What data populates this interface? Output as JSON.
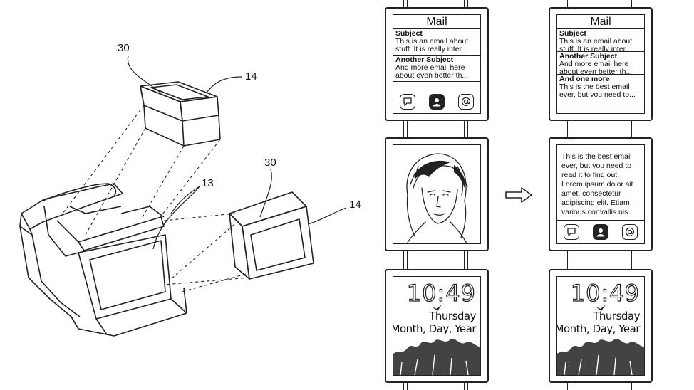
{
  "labels": {
    "top_screen_ref": "30",
    "top_module_ref": "14",
    "band_ref": "13",
    "side_screen_ref": "30",
    "side_module_ref": "14"
  },
  "mail_before": {
    "title": "Mail",
    "items": [
      {
        "subject": "Subject",
        "preview": "This is an email about stuff. It is really inter..."
      },
      {
        "subject": "Another Subject",
        "preview": "And more email here about even better th..."
      }
    ]
  },
  "mail_after": {
    "title": "Mail",
    "items": [
      {
        "subject": "Subject",
        "preview": "This is an email about stuff. It is really inter..."
      },
      {
        "subject": "Another Subject",
        "preview": "And more email here about even better th..."
      },
      {
        "subject": "And one more",
        "preview": "This is the best email ever, but you need to..."
      }
    ]
  },
  "email_body": "This is the best email ever, but you need to read it to find out. Lorem ipsum dolor sit amet, consectetur adipiscing elit. Etiam various convallis nis",
  "action_icons": [
    "chat-icon",
    "contact-icon",
    "at-icon"
  ],
  "clock": {
    "time": "10:49",
    "day": "Thursday",
    "date": "Month, Day, Year"
  },
  "transition_arrow": "arrow-right-icon"
}
